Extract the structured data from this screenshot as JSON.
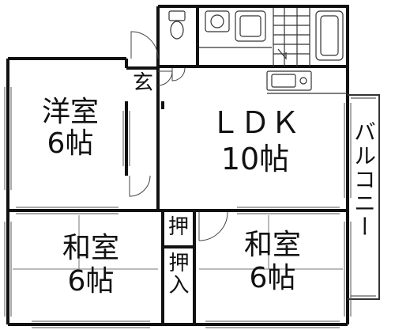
{
  "rooms": {
    "western": {
      "name": "洋室",
      "size": "6帖"
    },
    "ldk": {
      "name": "ＬＤＫ",
      "size": "10帖"
    },
    "washitsu_left": {
      "name": "和室",
      "size": "6帖"
    },
    "washitsu_right": {
      "name": "和室",
      "size": "6帖"
    }
  },
  "entrance": {
    "label": "玄"
  },
  "closet_top": {
    "label": "押"
  },
  "closet_bottom": {
    "label": "押入"
  },
  "balcony": {
    "label": "バルコニー"
  }
}
